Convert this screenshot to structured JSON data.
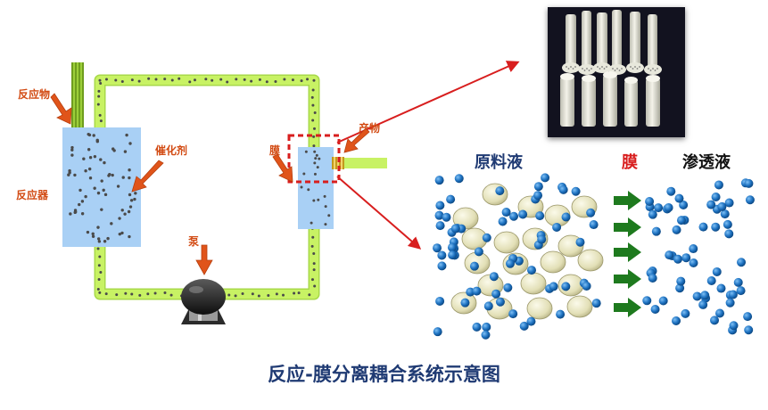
{
  "labels": {
    "reactant": "反应物",
    "reactor": "反应器",
    "catalyst": "催化剂",
    "membrane_left": "膜",
    "product": "产物",
    "pump": "泵"
  },
  "panel": {
    "feed": "原料液",
    "membrane": "膜",
    "permeate": "渗透液"
  },
  "title": "反应-膜分离耦合系统示意图",
  "colors": {
    "pipe": "#c8f264",
    "pipe_stroke": "#a8d94a",
    "tank": "#a9d0f5",
    "accent_red": "#d24a12",
    "arrow_red": "#d81e1e",
    "molecule_blue": "#1f73c2",
    "particle_cream": "#e6e3bf",
    "flow_arrow": "#1e7a1e",
    "title": "#1f3a73"
  },
  "icons": [
    "pump-icon",
    "membrane-tube-photo",
    "flow-arrow-icon"
  ]
}
